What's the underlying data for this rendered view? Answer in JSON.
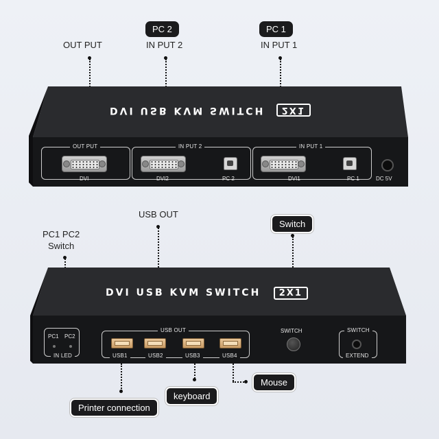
{
  "top_unit": {
    "brand_text": "DVI USB KVM SWITCH",
    "badge_text": "2X1",
    "callouts": {
      "output": "OUT PUT",
      "pc2_pill": "PC 2",
      "input2": "IN PUT 2",
      "pc1_pill": "PC 1",
      "input1": "IN PUT 1"
    },
    "panels": {
      "output_title": "OUT PUT",
      "input2_title": "IN PUT 2",
      "input1_title": "IN PUT 1"
    },
    "port_labels": {
      "dvi": "DVI",
      "dvi2": "DVI2",
      "pc2": "PC 2",
      "dvi1": "DVI1",
      "pc1": "PC 1",
      "dc": "DC 5V"
    }
  },
  "bottom_unit": {
    "brand_text": "DVI USB KVM SWITCH",
    "badge_text": "2X1",
    "callouts": {
      "pc_switch": "PC1 PC2\nSwitch",
      "usb_out": "USB OUT",
      "switch_pill": "Switch",
      "mouse_pill": "Mouse",
      "keyboard_pill": "keyboard",
      "printer_pill": "Printer connection"
    },
    "panels": {
      "usb_out_title": "USB OUT",
      "switch_title": "SWITCH",
      "switch_extend_title": "SWITCH",
      "extend_label": "EXTEND",
      "in_led_label": "IN LED"
    },
    "port_labels": {
      "pc1": "PC1",
      "pc2": "PC2",
      "usb1": "USB1",
      "usb2": "USB2",
      "usb3": "USB3",
      "usb4": "USB4"
    }
  }
}
